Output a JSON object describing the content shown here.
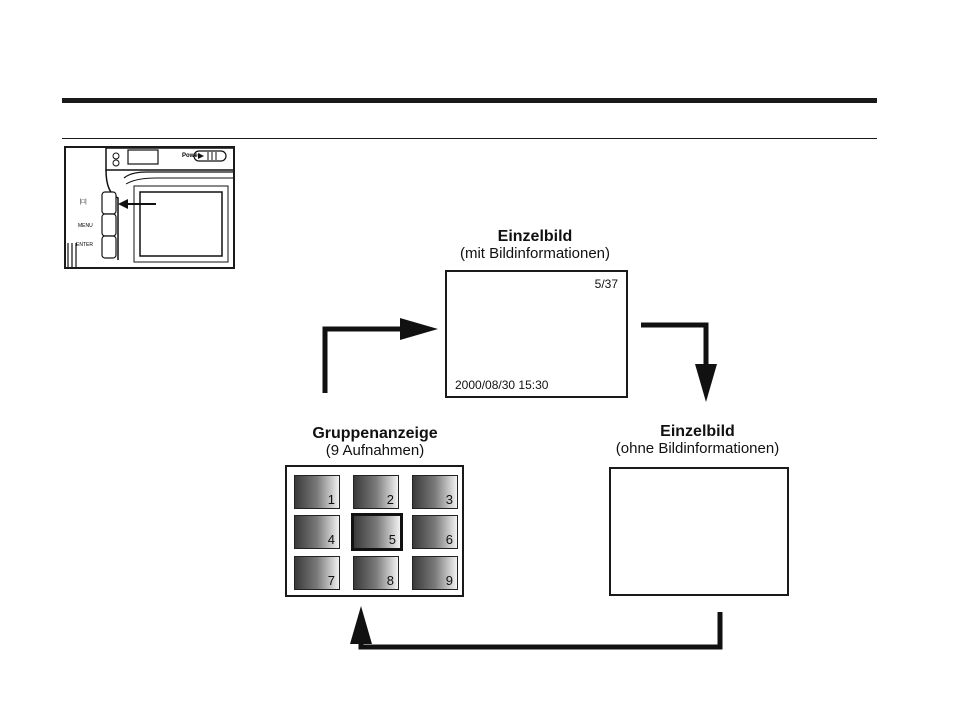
{
  "camera_illustration": {
    "power_label": "Power",
    "button_labels": [
      "MENU",
      "ENTER"
    ]
  },
  "single_info": {
    "title": "Einzelbild",
    "subtitle": "(mit Bildinformationen)",
    "frame_counter": "5/37",
    "datetime": "2000/08/30 15:30"
  },
  "single_plain": {
    "title": "Einzelbild",
    "subtitle": "(ohne Bildinformationen)"
  },
  "group_view": {
    "title": "Gruppenanzeige",
    "subtitle": "(9 Aufnahmen)",
    "thumbnails": [
      "1",
      "2",
      "3",
      "4",
      "5",
      "6",
      "7",
      "8",
      "9"
    ],
    "selected_thumbnail": "5"
  },
  "colors": {
    "ink": "#1a1a1a",
    "thumb_gradient_dark": "#3a3a3a",
    "thumb_gradient_light": "#f2f2f2"
  }
}
